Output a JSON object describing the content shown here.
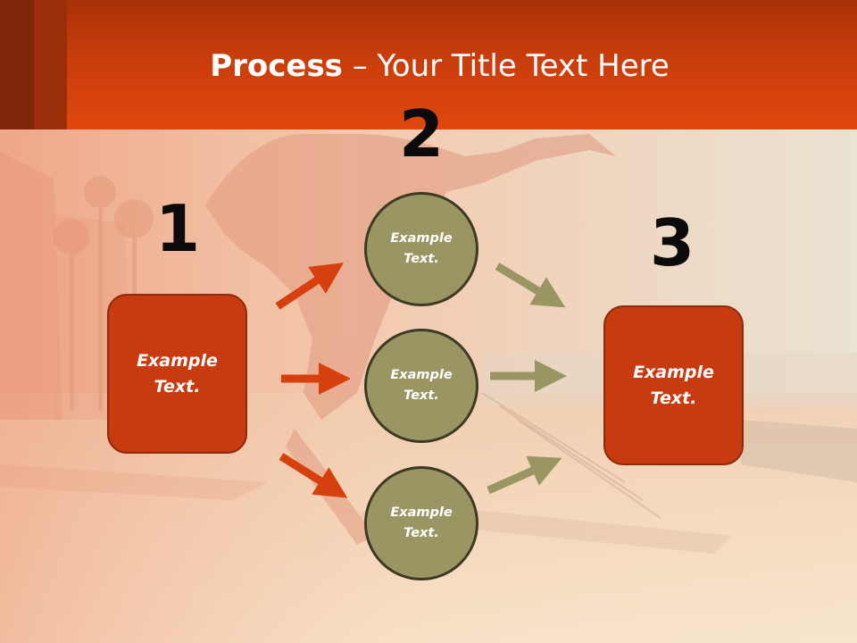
{
  "title": {
    "bold": "Process",
    "rest": " – Your Title Text Here"
  },
  "steps": {
    "one": "1",
    "two": "2",
    "three": "3"
  },
  "left_box": {
    "text": "Example\nText."
  },
  "circles": [
    {
      "text": "Example\nText."
    },
    {
      "text": "Example\nText."
    },
    {
      "text": "Example\nText."
    }
  ],
  "right_box": {
    "text": "Example\nText."
  },
  "colors": {
    "header": "#e0470e",
    "box_fill": "#c83a10",
    "circle_fill": "#9a9664",
    "left_arrows": "#d6400f",
    "right_arrows": "#9a9664"
  }
}
